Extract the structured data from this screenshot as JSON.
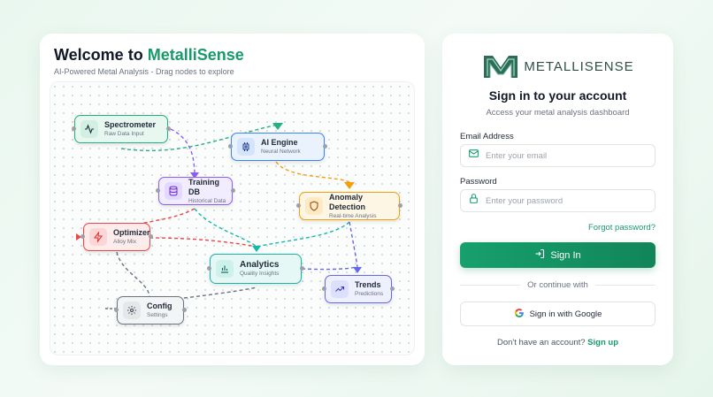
{
  "left": {
    "title_prefix": "Welcome to ",
    "title_brand": "MetalliSense",
    "subtitle": "AI-Powered Metal Analysis - Drag nodes to explore"
  },
  "nodes": [
    {
      "key": "spectrometer",
      "title": "Spectrometer",
      "subtitle": "Raw Data Input",
      "icon": "activity-icon",
      "color": "#22b07d"
    },
    {
      "key": "ai-engine",
      "title": "AI Engine",
      "subtitle": "Neural Network",
      "icon": "cpu-icon",
      "color": "#3b82f6"
    },
    {
      "key": "training-db",
      "title": "Training DB",
      "subtitle": "Historical Data",
      "icon": "database-icon",
      "color": "#8b5cf6"
    },
    {
      "key": "anomaly-detection",
      "title": "Anomaly Detection",
      "subtitle": "Real-time Analysis",
      "icon": "shield-icon",
      "color": "#f59e0b"
    },
    {
      "key": "optimizer",
      "title": "Optimizer",
      "subtitle": "Alloy Mix",
      "icon": "zap-icon",
      "color": "#ef4444"
    },
    {
      "key": "analytics",
      "title": "Analytics",
      "subtitle": "Quality Insights",
      "icon": "bar-chart-icon",
      "color": "#14b8a6"
    },
    {
      "key": "trends",
      "title": "Trends",
      "subtitle": "Predictions",
      "icon": "trending-up-icon",
      "color": "#6366f1"
    },
    {
      "key": "config",
      "title": "Config",
      "subtitle": "Settings",
      "icon": "settings-icon",
      "color": "#6b7280"
    }
  ],
  "auth": {
    "logo_text": "METALLISENSE",
    "title": "Sign in to your account",
    "subtitle": "Access your metal analysis dashboard",
    "email_label": "Email Address",
    "email_placeholder": "Enter your email",
    "email_value": "",
    "password_label": "Password",
    "password_placeholder": "Enter your password",
    "password_value": "",
    "forgot_label": "Forgot password?",
    "signin_label": "Sign In",
    "divider_text": "Or continue with",
    "google_label": "Sign in with Google",
    "signup_prompt": "Don't have an account?",
    "signup_link": "Sign up"
  },
  "colors": {
    "brand": "#189a6a",
    "primary_button": "#16a06d"
  }
}
